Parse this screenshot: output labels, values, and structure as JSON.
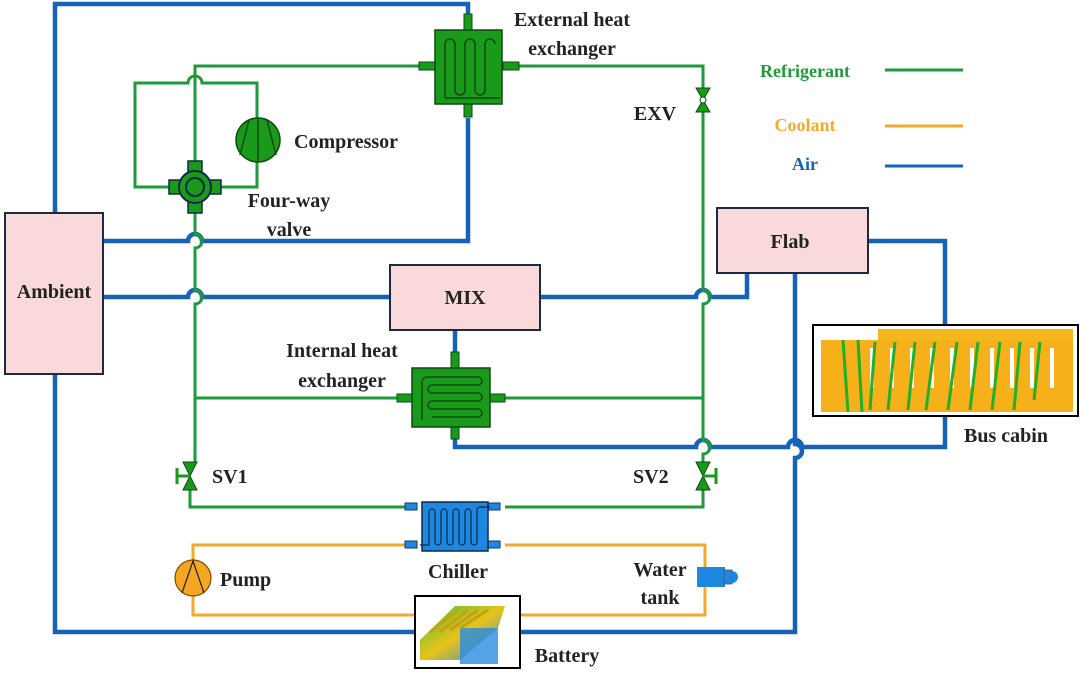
{
  "labels": {
    "external_hx": [
      "External heat",
      "exchanger"
    ],
    "internal_hx": [
      "Internal heat",
      "exchanger"
    ],
    "compressor": "Compressor",
    "four_way_valve": [
      "Four-way",
      "valve"
    ],
    "exv": "EXV",
    "ambient": "Ambient",
    "mix": "MIX",
    "flab": "Flab",
    "bus_cabin": "Bus cabin",
    "sv1": "SV1",
    "sv2": "SV2",
    "chiller": "Chiller",
    "pump": "Pump",
    "water_tank": [
      "Water",
      "tank"
    ],
    "battery": "Battery"
  },
  "legend": [
    {
      "label": "Refrigerant",
      "color": "#1f9a3a"
    },
    {
      "label": "Coolant",
      "color": "#f2a92e"
    },
    {
      "label": "Air",
      "color": "#1562b8"
    }
  ],
  "colors": {
    "refrigerant": "#1f9a3a",
    "coolant": "#f2a92e",
    "air": "#1562b8",
    "node_fill": "#f9d9d9"
  }
}
